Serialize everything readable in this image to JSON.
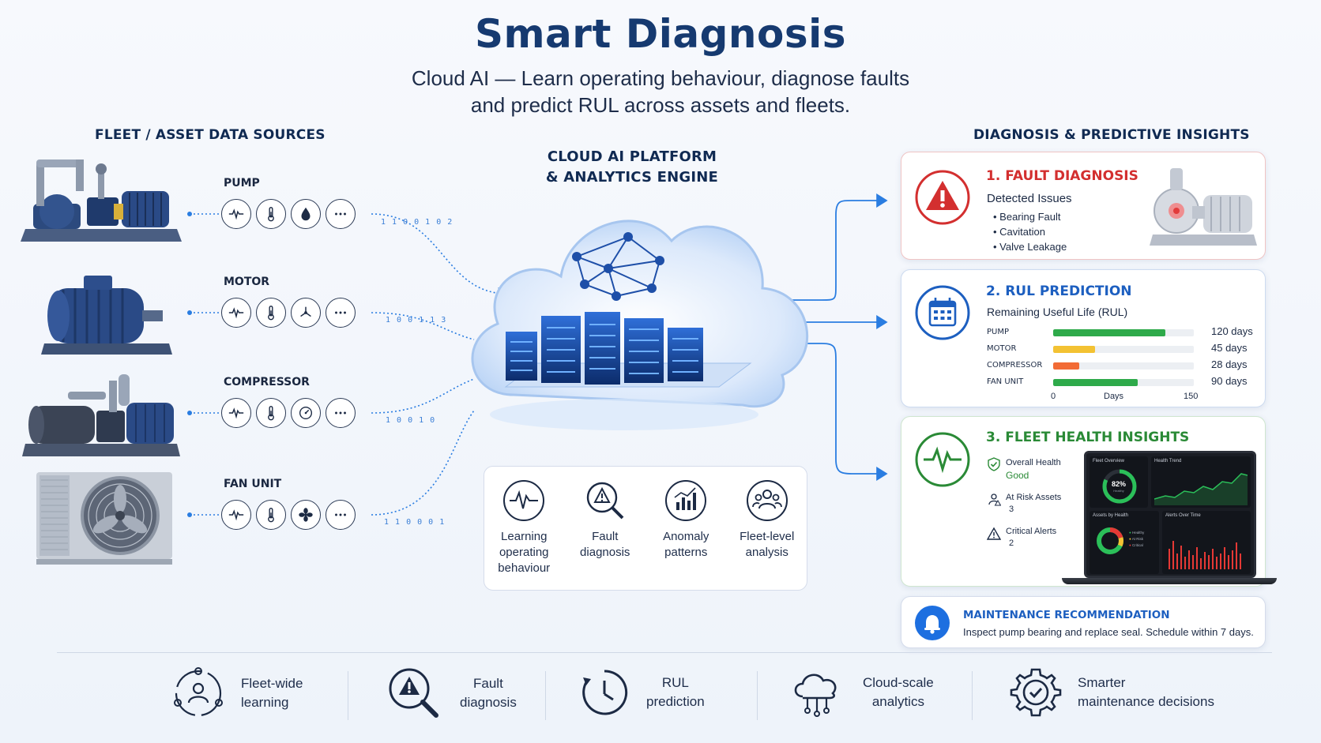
{
  "header": {
    "title": "Smart Diagnosis",
    "subtitle_line1": "Cloud AI — Learn operating behaviour, diagnose faults",
    "subtitle_line2": "and predict RUL across assets and fleets."
  },
  "sources": {
    "heading": "FLEET / ASSET DATA SOURCES",
    "assets": [
      {
        "label": "PUMP",
        "stream": "1 1 0 0 1 0 2",
        "sensors": [
          "vibration-icon",
          "temperature-icon",
          "fluid-drop-icon",
          "more-icon"
        ]
      },
      {
        "label": "MOTOR",
        "stream": "1 0 0 1 1 3",
        "sensors": [
          "vibration-icon",
          "temperature-icon",
          "rotation-icon",
          "more-icon"
        ]
      },
      {
        "label": "COMPRESSOR",
        "stream": "1 0 0 1 0",
        "sensors": [
          "vibration-icon",
          "temperature-icon",
          "pressure-gauge-icon",
          "more-icon"
        ]
      },
      {
        "label": "FAN UNIT",
        "stream": "1 1 0 0 0 1",
        "sensors": [
          "vibration-icon",
          "temperature-icon",
          "fan-icon",
          "more-icon"
        ]
      }
    ]
  },
  "platform": {
    "heading_line1": "CLOUD AI PLATFORM",
    "heading_line2": "& ANALYTICS ENGINE",
    "capabilities": [
      {
        "icon": "waveform-icon",
        "label": "Learning operating behaviour"
      },
      {
        "icon": "fault-search-icon",
        "label": "Fault diagnosis"
      },
      {
        "icon": "anomaly-chart-icon",
        "label": "Anomaly patterns"
      },
      {
        "icon": "fleet-group-icon",
        "label": "Fleet-level analysis"
      }
    ]
  },
  "insights": {
    "heading": "DIAGNOSIS & PREDICTIVE INSIGHTS",
    "fault": {
      "title": "1. FAULT DIAGNOSIS",
      "subtitle": "Detected Issues",
      "issues": [
        "Bearing Fault",
        "Cavitation",
        "Valve Leakage"
      ],
      "color": "#d32f2f"
    },
    "rul": {
      "title": "2. RUL PREDICTION",
      "subtitle": "Remaining Useful Life (RUL)",
      "items": [
        {
          "label": "PUMP",
          "days": 120,
          "value": "120 days",
          "color": "#2eaa4a"
        },
        {
          "label": "MOTOR",
          "days": 45,
          "value": "45 days",
          "color": "#f3c233"
        },
        {
          "label": "COMPRESSOR",
          "days": 28,
          "value": "28 days",
          "color": "#f26b35"
        },
        {
          "label": "FAN UNIT",
          "days": 90,
          "value": "90 days",
          "color": "#2eaa4a"
        }
      ],
      "axis_min": "0",
      "axis_label": "Days",
      "axis_max": "150",
      "max_days": 150,
      "color": "#1d5fc0"
    },
    "fleet": {
      "title": "3. FLEET HEALTH INSIGHTS",
      "color": "#2a8a36",
      "items": [
        {
          "icon": "check-shield-icon",
          "label": "Overall Health",
          "value": "Good"
        },
        {
          "icon": "risk-users-icon",
          "label": "At Risk Assets",
          "value": "3"
        },
        {
          "icon": "warning-triangle-icon",
          "label": "Critical Alerts",
          "value": "2"
        }
      ],
      "dashboard": {
        "overview_label": "Fleet Overview",
        "gauge_value": "82%",
        "gauge_fraction": 0.82,
        "gauge_caption": "Healthy",
        "trend_label": "Health Trend",
        "assets_label": "Assets by Health",
        "legend": [
          "Healthy",
          "At Risk",
          "Critical"
        ],
        "alerts_label": "Alerts Over Time"
      }
    },
    "recommendation": {
      "title": "MAINTENANCE RECOMMENDATION",
      "text": "Inspect pump bearing and replace seal. Schedule within 7 days."
    }
  },
  "benefits": [
    {
      "icon": "fleet-learning-icon",
      "line1": "Fleet-wide",
      "line2": "learning"
    },
    {
      "icon": "fault-diagnosis-icon",
      "line1": "Fault",
      "line2": "diagnosis"
    },
    {
      "icon": "rul-clock-icon",
      "line1": "RUL",
      "line2": "prediction"
    },
    {
      "icon": "cloud-network-icon",
      "line1": "Cloud-scale",
      "line2": "analytics"
    },
    {
      "icon": "gear-check-icon",
      "line1": "Smarter",
      "line2": "maintenance decisions"
    }
  ]
}
